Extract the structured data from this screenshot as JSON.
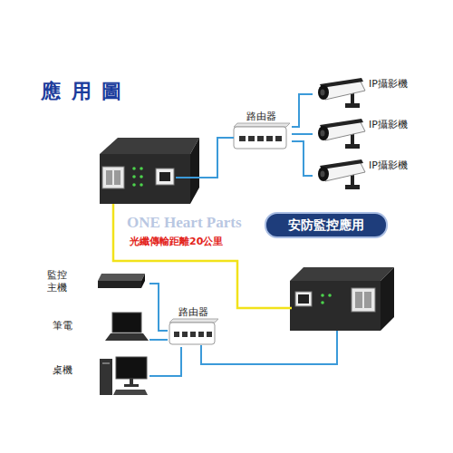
{
  "diagram": {
    "title": "應 用 圖",
    "nodes": [
      {
        "text": [
          "路由器"
        ]
      },
      {
        "text": [
          "IP攝影機"
        ]
      },
      {
        "text": [
          "IP攝影機"
        ]
      },
      {
        "text": [
          "IP攝影機"
        ]
      },
      {
        "text": [
          "安防監控應用"
        ]
      },
      {
        "text": [
          "路由器"
        ]
      },
      {
        "text": [
          "監控 主機"
        ]
      },
      {
        "text": [
          "筆電"
        ]
      },
      {
        "text": [
          "桌機"
        ]
      }
    ],
    "edges": [
      {
        "from": 0,
        "to": 1,
        "arrow": "none"
      },
      {
        "from": 0,
        "to": 2,
        "arrow": "none"
      },
      {
        "from": 0,
        "to": 3,
        "arrow": "none"
      },
      {
        "from": 5,
        "to": 6,
        "arrow": "none"
      },
      {
        "from": 5,
        "to": 7,
        "arrow": "none"
      },
      {
        "from": 5,
        "to": 8,
        "arrow": "none"
      }
    ],
    "labels": [
      "光纖傳輸距離20公里",
      "ONE Heart Parts"
    ]
  }
}
